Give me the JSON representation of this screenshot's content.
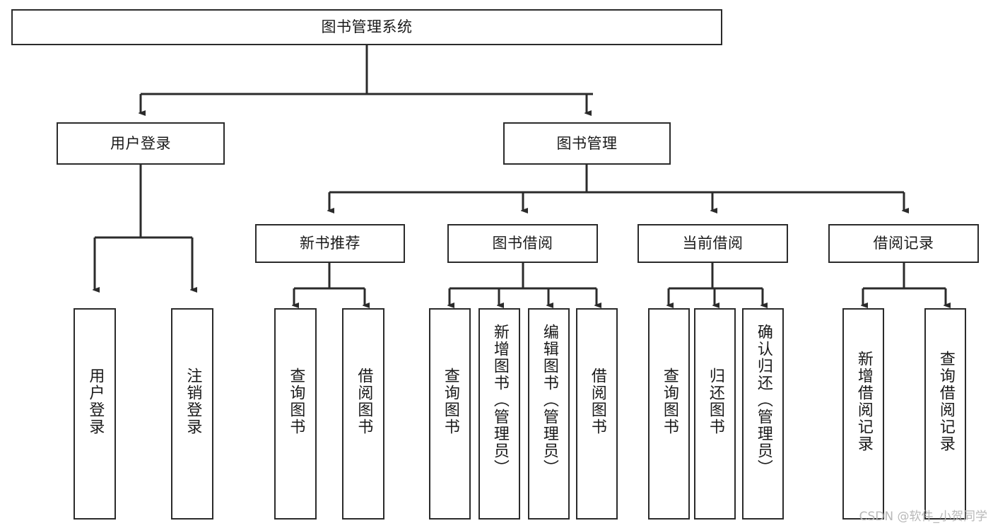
{
  "diagram": {
    "title_node": {
      "label": "图书管理系统"
    },
    "level2": [
      {
        "id": "user-login",
        "label": "用户登录"
      },
      {
        "id": "book-management",
        "label": "图书管理"
      }
    ],
    "level3": [
      {
        "id": "new-book-recommend",
        "label": "新书推荐"
      },
      {
        "id": "book-borrow",
        "label": "图书借阅"
      },
      {
        "id": "current-borrow",
        "label": "当前借阅"
      },
      {
        "id": "borrow-record",
        "label": "借阅记录"
      }
    ],
    "leaves": {
      "user_login": [
        {
          "id": "leaf-user-login",
          "label": "用户登录"
        },
        {
          "id": "leaf-logout-login",
          "label": "注销登录"
        }
      ],
      "new_book_recommend": [
        {
          "id": "leaf-query-book-1",
          "label": "查询图书"
        },
        {
          "id": "leaf-borrow-book-1",
          "label": "借阅图书"
        }
      ],
      "book_borrow": [
        {
          "id": "leaf-query-book-2",
          "label": "查询图书"
        },
        {
          "id": "leaf-add-book",
          "label": "新增图书（管理员）"
        },
        {
          "id": "leaf-edit-book",
          "label": "编辑图书（管理员）"
        },
        {
          "id": "leaf-borrow-book-2",
          "label": "借阅图书"
        }
      ],
      "current_borrow": [
        {
          "id": "leaf-query-book-3",
          "label": "查询图书"
        },
        {
          "id": "leaf-return-book",
          "label": "归还图书"
        },
        {
          "id": "leaf-confirm-return",
          "label": "确认归还（管理员）"
        }
      ],
      "borrow_record": [
        {
          "id": "leaf-add-record",
          "label": "新增借阅记录"
        },
        {
          "id": "leaf-query-record",
          "label": "查询借阅记录"
        }
      ]
    }
  },
  "watermark": {
    "text": "CSDN @软件_小贺同学"
  },
  "colors": {
    "stroke": "#2b2b2b",
    "background": "#ffffff",
    "text": "#1a1a1a",
    "watermark": "#b8b8b8"
  }
}
